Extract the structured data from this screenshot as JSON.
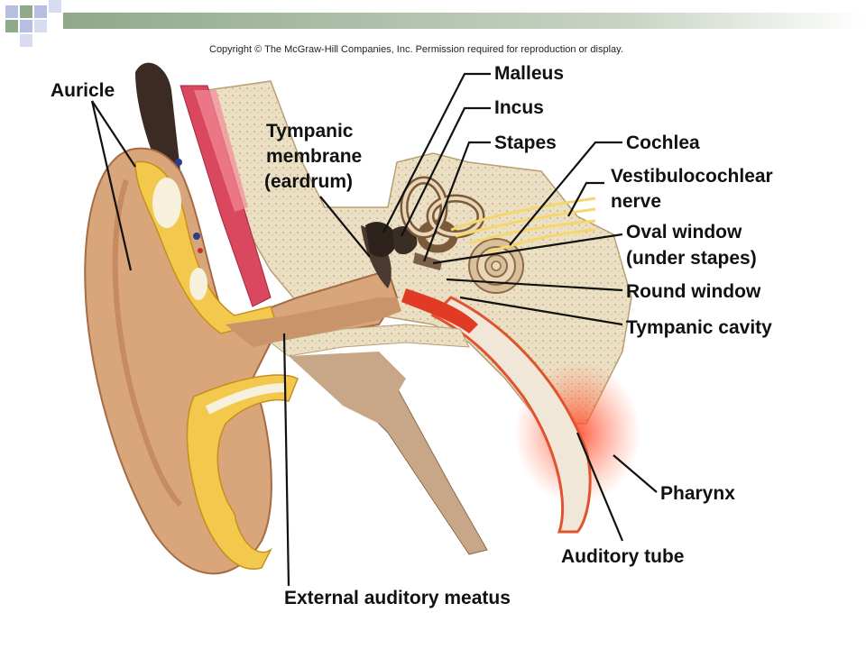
{
  "copyright": "Copyright © The McGraw-Hill Companies, Inc. Permission required for reproduction or display.",
  "labels": {
    "auricle": "Auricle",
    "tympanic_1": "Tympanic",
    "tympanic_2": "membrane",
    "tympanic_3": "(eardrum)",
    "malleus": "Malleus",
    "incus": "Incus",
    "stapes": "Stapes",
    "cochlea": "Cochlea",
    "vestibulo_1": "Vestibulocochlear",
    "vestibulo_2": "nerve",
    "oval_1": "Oval window",
    "oval_2": "(under stapes)",
    "round_window": "Round window",
    "tympanic_cavity": "Tympanic cavity",
    "pharynx": "Pharynx",
    "auditory_tube": "Auditory tube",
    "external_meatus": "External auditory meatus"
  },
  "colors": {
    "skin": "#d9a57a",
    "skin_dark": "#b97a4f",
    "cartilage": "#f2c94c",
    "bone": "#e8dcc0",
    "muscle": "#d9485f",
    "mucosa": "#e8452c",
    "nerve": "#f5d76e",
    "accent_bar": "#8fa98a"
  }
}
